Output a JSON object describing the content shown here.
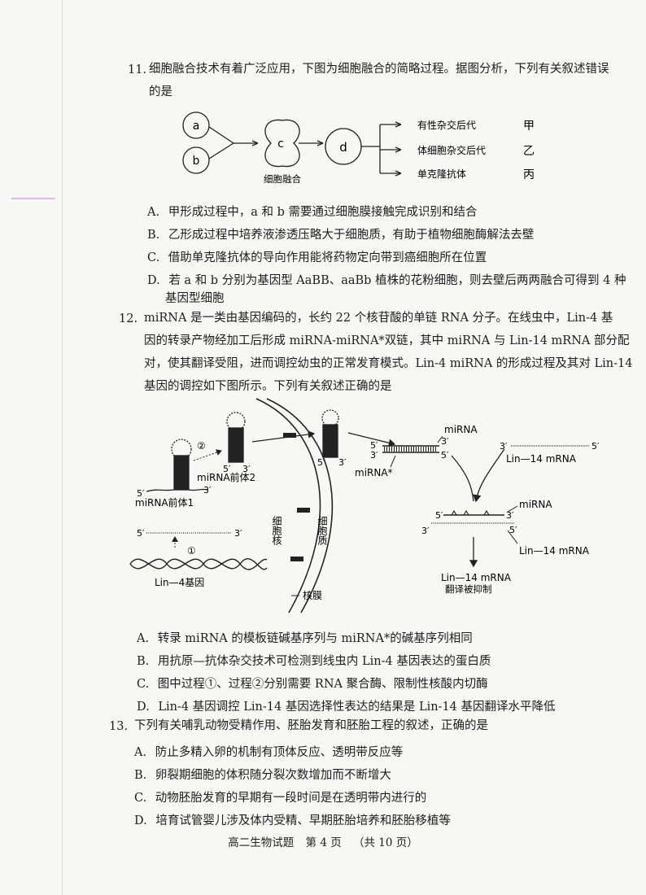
{
  "q11": {
    "number": "11.",
    "stem_line1": "细胞融合技术有着广泛应用，下图为细胞融合的简略过程。据图分析，下列有关叙述错误",
    "stem_line2": "的是",
    "diagram": {
      "cell_a": "a",
      "cell_b": "b",
      "cell_c": "c",
      "cell_d": "d",
      "fusion_label": "细胞融合",
      "branches": [
        {
          "label": "有性杂交后代",
          "mark": "甲"
        },
        {
          "label": "体细胞杂交后代",
          "mark": "乙"
        },
        {
          "label": "单克隆抗体",
          "mark": "丙"
        }
      ]
    },
    "options": [
      {
        "letter": "A.",
        "text": "甲形成过程中，a 和 b 需要通过细胞膜接触完成识别和结合"
      },
      {
        "letter": "B.",
        "text": "乙形成过程中培养液渗透压略大于细胞质，有助于植物细胞酶解法去壁"
      },
      {
        "letter": "C.",
        "text": "借助单克隆抗体的导向作用能将药物定向带到癌细胞所在位置"
      },
      {
        "letter": "D.",
        "text": "若 a 和 b 分别为基因型 AaBB、aaBb 植株的花粉细胞，则去壁后两两融合可得到 4 种",
        "text2": "基因型细胞"
      }
    ]
  },
  "q12": {
    "number": "12.",
    "stem_lines": [
      "miRNA 是一类由基因编码的，长约 22 个核苷酸的单链 RNA 分子。在线虫中，Lin-4 基",
      "因的转录产物经加工后形成 miRNA-miRNA*双链，其中 miRNA 与 Lin-14 mRNA 部分配",
      "对，使其翻译受阻，进而调控幼虫的正常发育模式。Lin-4 miRNA 的形成过程及其对 Lin-14",
      "基因的调控如下图所示。下列有关叙述正确的是"
    ],
    "diagram": {
      "precursor1": "miRNA前体1",
      "precursor2": "miRNA前体2",
      "gene": "Lin—4基因",
      "nucleus": "细胞核",
      "cytoplasm": "细胞质",
      "membrane": "核膜",
      "step1": "①",
      "step2": "②",
      "mirna": "miRNA",
      "mirna_star": "miRNA*",
      "lin14_mrna": "Lin—14 mRNA",
      "inhibited": "翻译被抑制",
      "five": "5′",
      "three": "3′"
    },
    "options": [
      {
        "letter": "A.",
        "text": "转录 miRNA 的模板链碱基序列与 miRNA*的碱基序列相同"
      },
      {
        "letter": "B.",
        "text": "用抗原—抗体杂交技术可检测到线虫内 Lin-4 基因表达的蛋白质"
      },
      {
        "letter": "C.",
        "text": "图中过程①、过程②分别需要 RNA 聚合酶、限制性核酸内切酶"
      },
      {
        "letter": "D.",
        "text": "Lin-4 基因调控 Lin-14 基因选择性表达的结果是 Lin-14 基因翻译水平降低"
      }
    ]
  },
  "q13": {
    "number": "13.",
    "stem": "下列有关哺乳动物受精作用、胚胎发育和胚胎工程的叙述，正确的是",
    "options": [
      {
        "letter": "A.",
        "text": "防止多精入卵的机制有顶体反应、透明带反应等"
      },
      {
        "letter": "B.",
        "text": "卵裂期细胞的体积随分裂次数增加而不断增大"
      },
      {
        "letter": "C.",
        "text": "动物胚胎发育的早期有一段时间是在透明带内进行的"
      },
      {
        "letter": "D.",
        "text": "培育试管婴儿涉及体内受精、早期胚胎培养和胚胎移植等"
      }
    ]
  },
  "footer": {
    "subject": "高二生物试题",
    "page": "第 4 页",
    "total": "（共 10 页）"
  }
}
